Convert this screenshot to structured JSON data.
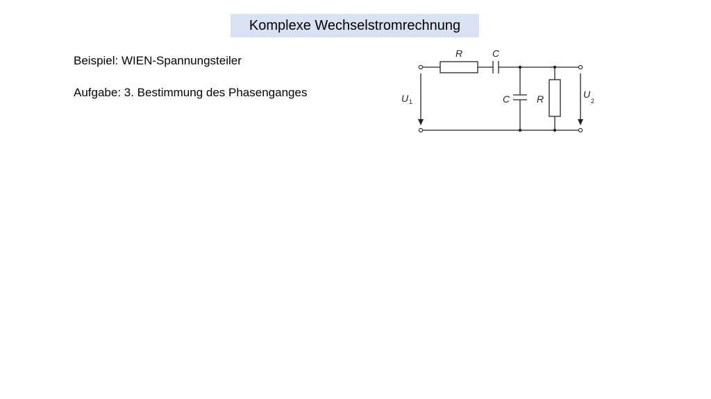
{
  "slide": {
    "title": "Komplexe Wechselstromrechnung",
    "line1": "Beispiel: WIEN-Spannungsteiler",
    "line2": "Aufgabe: 3. Bestimmung des Phasenganges"
  },
  "circuit": {
    "series_resistor_label": "R",
    "series_capacitor_label": "C",
    "shunt_capacitor_label": "C",
    "shunt_resistor_label": "R",
    "input_voltage_label": "U",
    "input_voltage_subscript": "1",
    "output_voltage_label": "U",
    "output_voltage_subscript": "2",
    "colors": {
      "wire": "#222222",
      "title_background": "#d9e2f3"
    }
  }
}
